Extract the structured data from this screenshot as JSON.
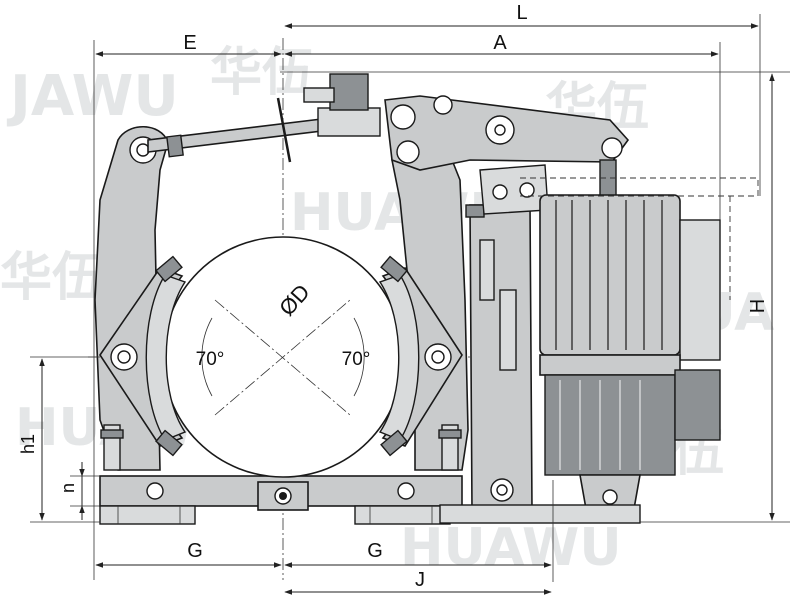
{
  "diagram": {
    "dimension_labels": {
      "L": "L",
      "A": "A",
      "E": "E",
      "H": "H",
      "h1": "h1",
      "n": "n",
      "G_left": "G",
      "G_right": "G",
      "J": "J",
      "diameter": "ØD",
      "angle_left": "70°",
      "angle_right": "70°"
    },
    "watermark": {
      "latin": "HUAWU",
      "latin_alt": "JAWU",
      "cjk": "华伍",
      "edge_fragment": "HUA"
    },
    "colors": {
      "part_fill": "#c9cbcc",
      "outline": "#1a1a1a",
      "watermark": "#cfd2d4"
    }
  }
}
